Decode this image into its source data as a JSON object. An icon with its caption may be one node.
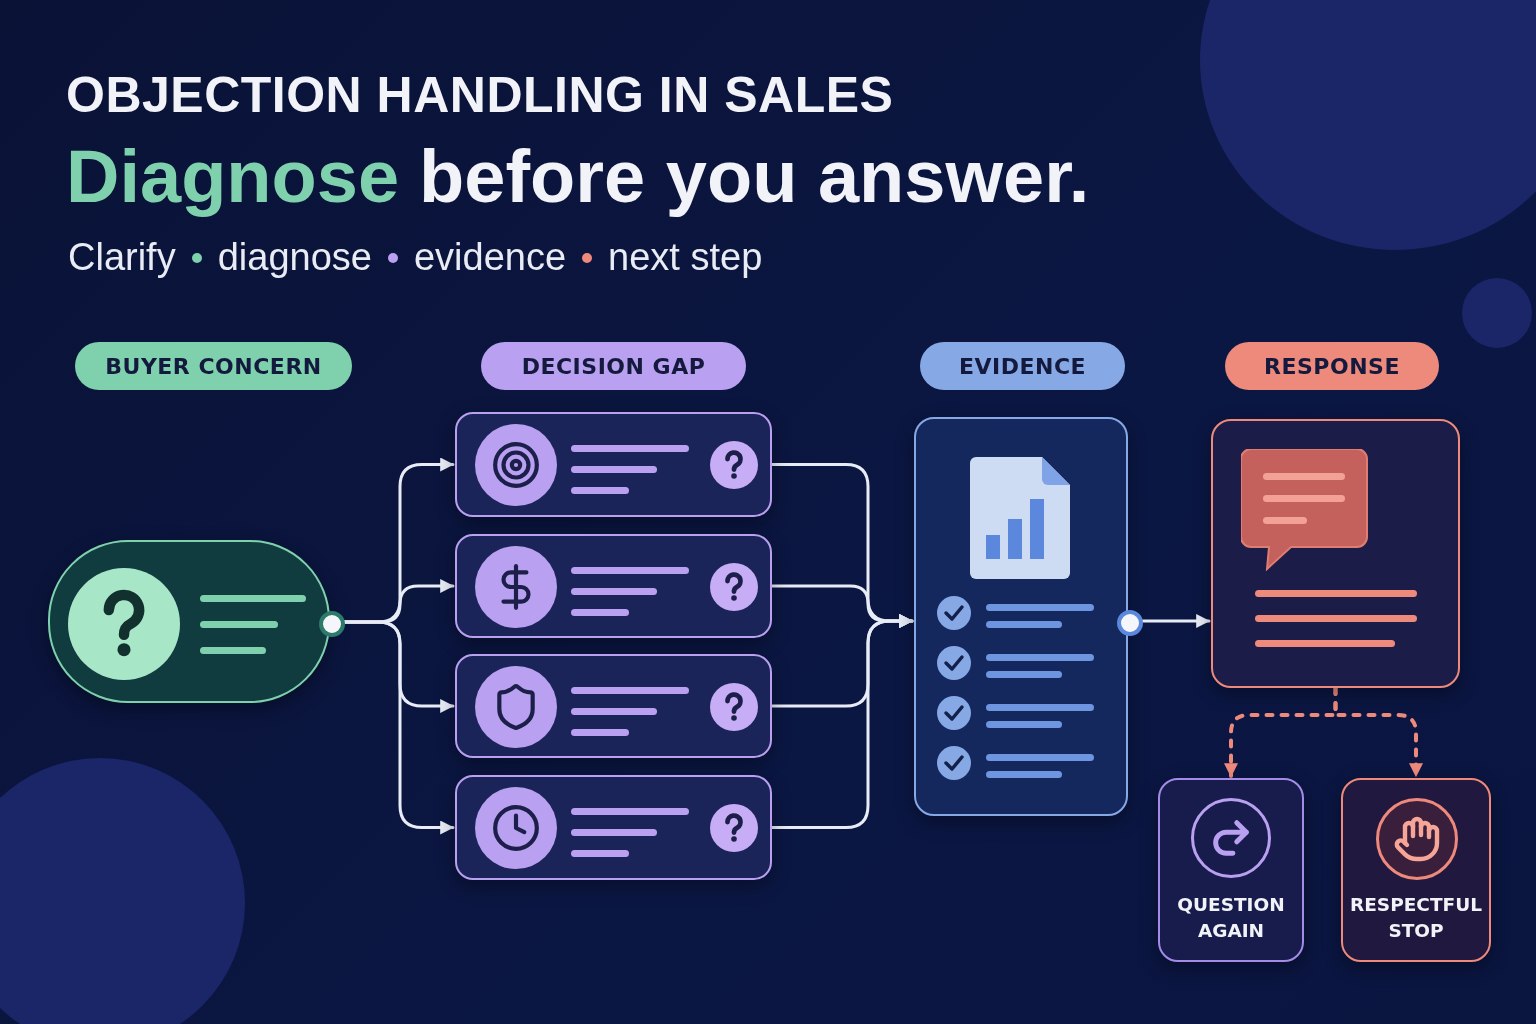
{
  "diagram": {
    "title": "OBJECTION HANDLING IN SALES",
    "nodes": [
      {
        "text": [
          "BUYER CONCERN"
        ]
      },
      {
        "text": [
          "DECISION GAP"
        ]
      },
      {
        "text": [
          "EVIDENCE"
        ]
      },
      {
        "text": [
          "RESPONSE"
        ]
      },
      {
        "text": [],
        "shape": "box"
      },
      {
        "text": [],
        "shape": "box"
      },
      {
        "text": [],
        "shape": "box"
      },
      {
        "text": [],
        "shape": "box"
      },
      {
        "text": [],
        "shape": "box"
      },
      {
        "text": [],
        "shape": "box"
      },
      {
        "text": [],
        "shape": "box"
      },
      {
        "text": [
          "QUESTION AGAIN"
        ]
      },
      {
        "text": [
          "RESPECTFUL STOP"
        ]
      }
    ],
    "edges": [
      {
        "from": 4,
        "to": 5,
        "arrow": "to"
      },
      {
        "from": 4,
        "to": 6,
        "arrow": "to"
      },
      {
        "from": 4,
        "to": 7,
        "arrow": "to"
      },
      {
        "from": 4,
        "to": 8,
        "arrow": "to"
      },
      {
        "from": 5,
        "to": 9,
        "arrow": "to"
      },
      {
        "from": 6,
        "to": 9,
        "arrow": "to"
      },
      {
        "from": 7,
        "to": 9,
        "arrow": "to"
      },
      {
        "from": 8,
        "to": 9,
        "arrow": "to"
      },
      {
        "from": 9,
        "to": 10,
        "arrow": "to"
      },
      {
        "from": 10,
        "to": 11,
        "arrow": "to",
        "style": "dashed",
        "color": "#ee8a7c"
      },
      {
        "from": 10,
        "to": 12,
        "arrow": "to",
        "style": "dashed",
        "color": "#ee8a7c"
      }
    ],
    "labels": [
      "Diagnose",
      "before you answer.",
      "Clarify",
      "diagnose",
      "evidence",
      "next step"
    ]
  }
}
